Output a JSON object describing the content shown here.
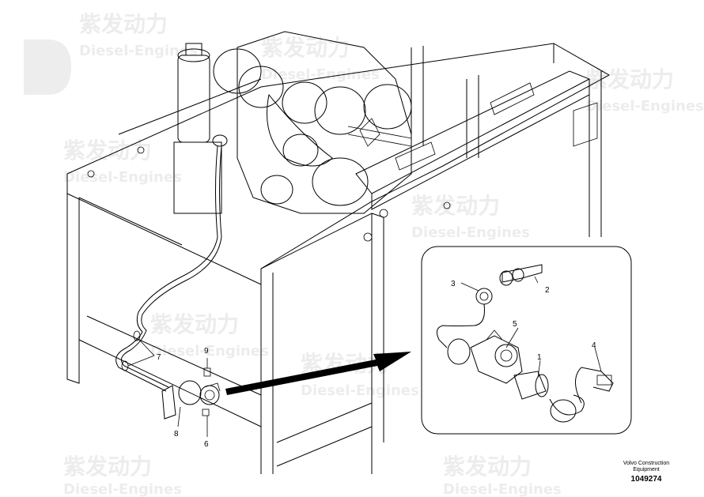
{
  "watermark": {
    "chinese": "紫发动力",
    "english": "Diesel-Engines"
  },
  "callouts": {
    "1": "1",
    "2": "2",
    "3": "3",
    "4": "4",
    "5": "5",
    "6": "6",
    "7": "7",
    "8": "8",
    "9": "9"
  },
  "caption": {
    "line1": "Volvo Construction",
    "line2": "Equipment",
    "doc_number": "1049274"
  }
}
